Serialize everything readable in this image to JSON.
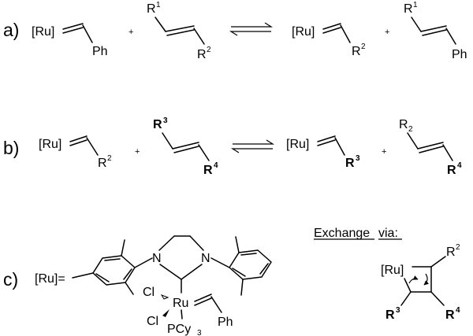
{
  "labels": {
    "a": "a)",
    "b": "b)",
    "c": "c)"
  },
  "atoms": {
    "ru": "[Ru]",
    "ph": "Ph",
    "r": "R",
    "n": "N",
    "cl": "Cl",
    "ru_metal": "Ru",
    "pcy": "PCy",
    "r2_plain": "R",
    "ru_ylidene": "[Ru]="
  },
  "superscripts": {
    "one": "1",
    "two": "2",
    "three": "3",
    "four": "4",
    "sub_two": "2",
    "sub_three": "3"
  },
  "plus": "+",
  "exchange": {
    "word": "Exchange",
    "via": "via:"
  }
}
